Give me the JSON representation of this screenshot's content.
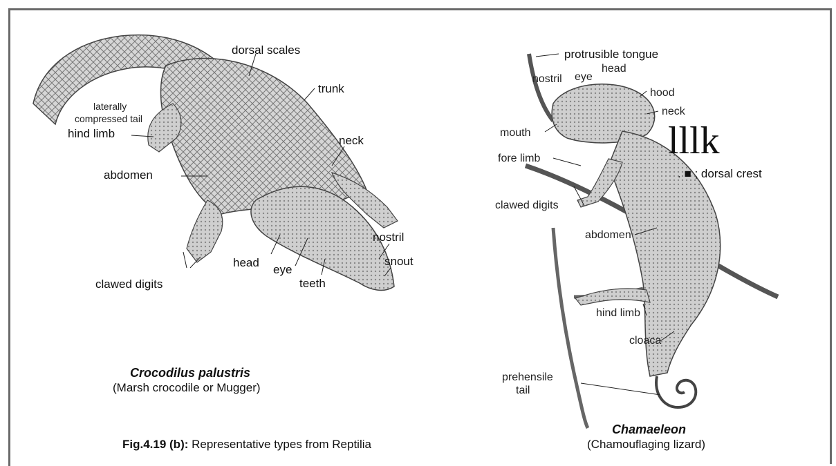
{
  "crocodile": {
    "labels": {
      "dorsal_scales": "dorsal scales",
      "trunk": "trunk",
      "laterally": "laterally",
      "compressed_tail": "compressed tail",
      "hind_limb": "hind limb",
      "neck": "neck",
      "abdomen": "abdomen",
      "nostril": "nostril",
      "snout": "snout",
      "head": "head",
      "eye": "eye",
      "teeth": "teeth",
      "clawed_digits": "clawed digits"
    },
    "caption_species": "Crocodilus palustris",
    "caption_common": "(Marsh crocodile or Mugger)"
  },
  "chamaeleon": {
    "labels": {
      "protrusible_tongue": "protrusible tongue",
      "nostril": "nostril",
      "eye": "eye",
      "head": "head",
      "hood": "hood",
      "neck": "neck",
      "mouth": "mouth",
      "fore_limb": "fore limb",
      "dorsal_crest": ". ■ ; dorsal crest",
      "clawed_digits": "clawed digits",
      "abdomen": "abdomen",
      "hind_limb": "hind limb",
      "cloaca": "cloaca",
      "prehensile": "prehensile",
      "tail": "tail"
    },
    "artifact_text": "lllk",
    "caption_species": "Chamaeleon",
    "caption_common": "(Chamouflaging lizard)"
  },
  "figure_caption": {
    "number": "Fig.4.19 (b):",
    "text": " Representative types from Reptilia"
  }
}
